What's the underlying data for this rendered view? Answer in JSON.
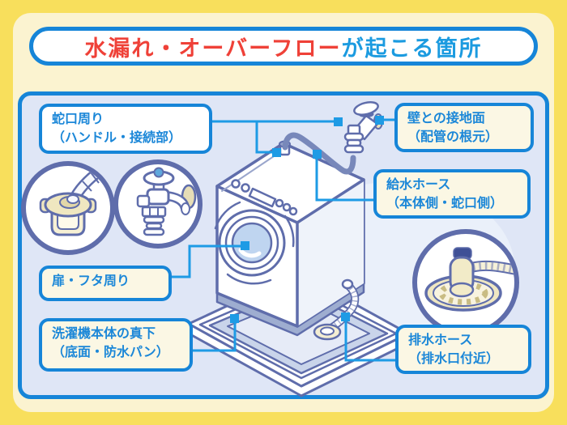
{
  "title": {
    "highlight": "水漏れ・オーバーフロー",
    "rest": "が起こる箇所"
  },
  "labels": {
    "faucet_area": {
      "line1": "蛇口周り",
      "line2": "（ハンドル・接続部）"
    },
    "wall_contact": {
      "line1": "壁との接地面",
      "line2": "（配管の根元）"
    },
    "supply_hose": {
      "line1": "給水ホース",
      "line2": "（本体側・蛇口側）"
    },
    "door_lid": {
      "line1": "扉・フタ周り",
      "line2": ""
    },
    "under_machine": {
      "line1": "洗濯機本体の真下",
      "line2": "（底面・防水パン）"
    },
    "drain_hose": {
      "line1": "排水ホース",
      "line2": "（排水口付近）"
    }
  },
  "illustrations": {
    "machine": "drum-washing-machine",
    "pan": "waterproof-pan",
    "faucet": "wall-faucet",
    "supply_hose": "supply-hose",
    "drain_hose": "corrugated-drain-hose",
    "callout_left_1": "hose-connector-closeup",
    "callout_left_2": "faucet-handle-closeup",
    "callout_right": "drain-outlet-closeup"
  },
  "colors": {
    "frame_yellow": "#F8DF5C",
    "frame_cream": "#FBF3D0",
    "panel_bg": "#DFE6F6",
    "border_blue": "#1685D8",
    "connector_blue": "#1E9BE5",
    "outline_navy": "#5F6DAB",
    "title_red": "#EF4138",
    "title_blue": "#1B9BE0",
    "label_cream": "#FBF7E4",
    "cream_part": "#EFE7C2"
  }
}
